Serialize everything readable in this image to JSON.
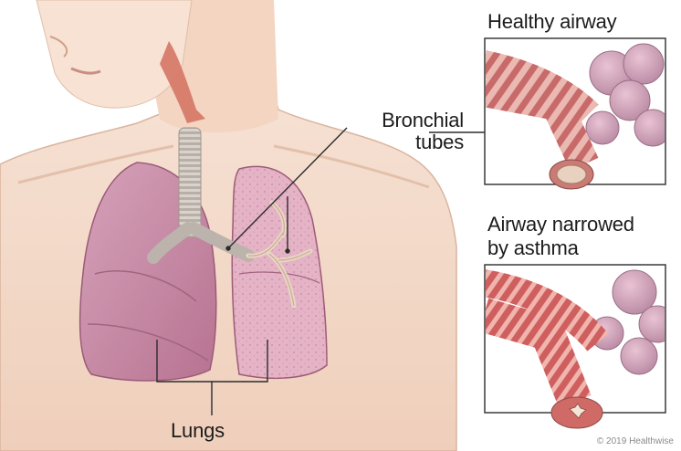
{
  "labels": {
    "bronchial_line1": "Bronchial",
    "bronchial_line2": "tubes",
    "lungs": "Lungs",
    "healthy_airway": "Healthy airway",
    "narrowed_line1": "Airway narrowed",
    "narrowed_line2": "by asthma",
    "copyright": "© 2019 Healthwise"
  },
  "colors": {
    "skin": "#f3d9c8",
    "lung": "#c98aa5",
    "airway": "#c96a6a",
    "callout_line": "#2b2b2b"
  }
}
